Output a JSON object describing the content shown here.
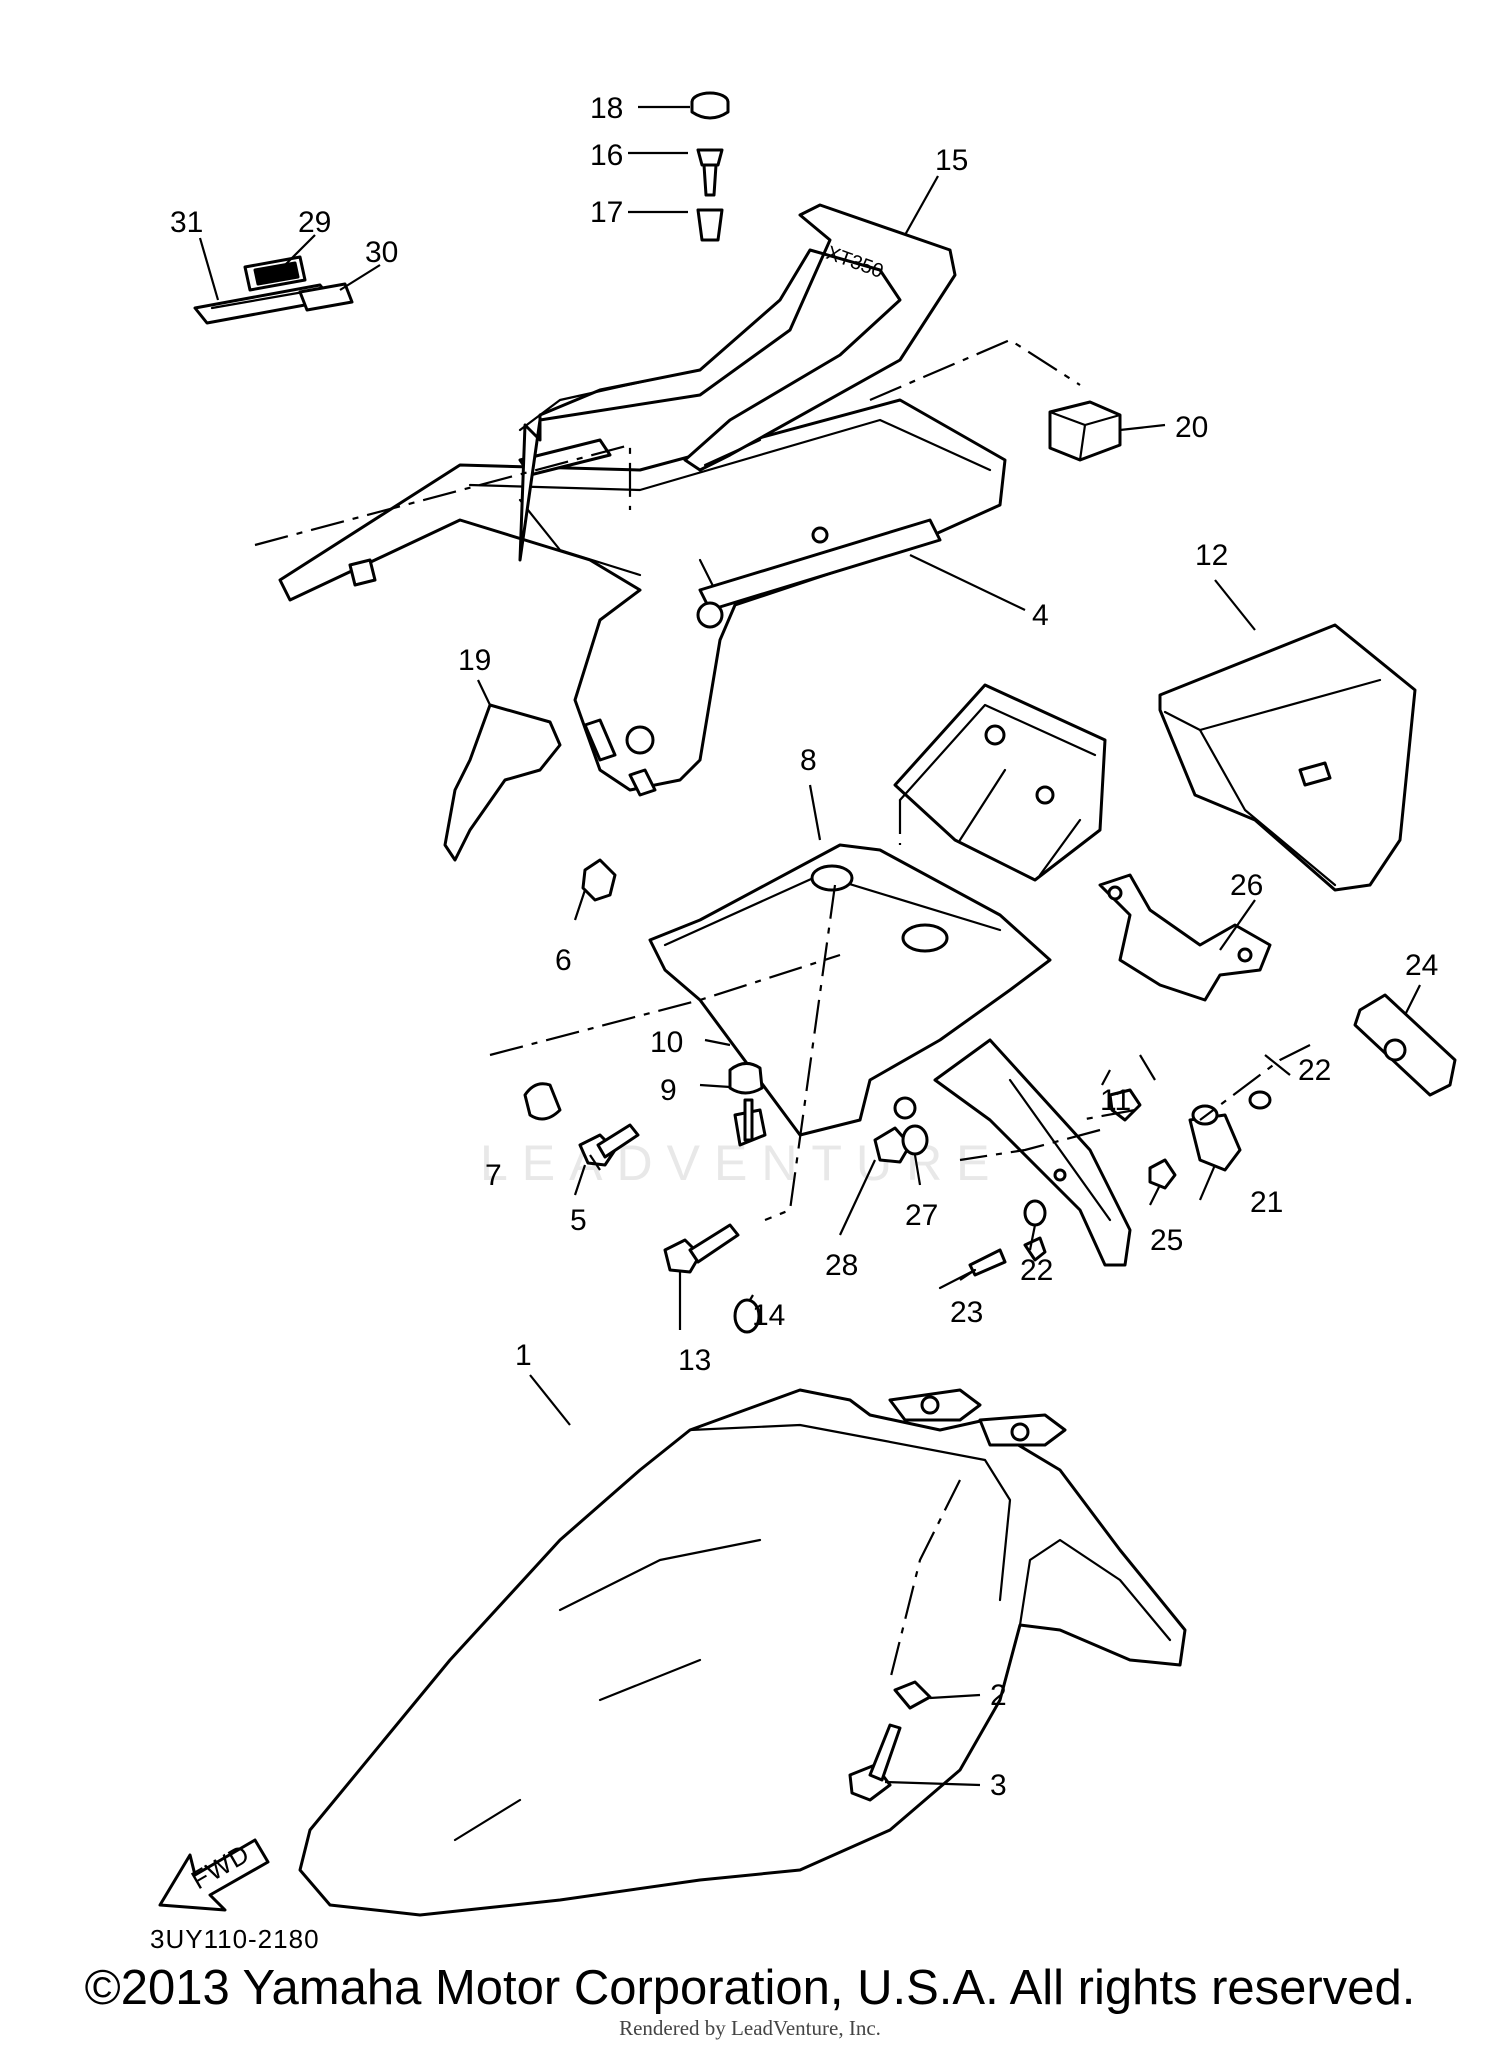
{
  "diagram": {
    "part_code": "3UY110-2180",
    "watermark": "LEADVENTURE",
    "fwd_label": "FWD",
    "callouts": [
      {
        "id": "c1",
        "text": "1"
      },
      {
        "id": "c2",
        "text": "2"
      },
      {
        "id": "c3",
        "text": "3"
      },
      {
        "id": "c4",
        "text": "4"
      },
      {
        "id": "c5",
        "text": "5"
      },
      {
        "id": "c6",
        "text": "6"
      },
      {
        "id": "c7",
        "text": "7"
      },
      {
        "id": "c8",
        "text": "8"
      },
      {
        "id": "c9",
        "text": "9"
      },
      {
        "id": "c10",
        "text": "10"
      },
      {
        "id": "c11",
        "text": "11"
      },
      {
        "id": "c12",
        "text": "12"
      },
      {
        "id": "c13",
        "text": "13"
      },
      {
        "id": "c14",
        "text": "14"
      },
      {
        "id": "c15",
        "text": "15"
      },
      {
        "id": "c16",
        "text": "16"
      },
      {
        "id": "c17",
        "text": "17"
      },
      {
        "id": "c18",
        "text": "18"
      },
      {
        "id": "c19",
        "text": "19"
      },
      {
        "id": "c20",
        "text": "20"
      },
      {
        "id": "c21",
        "text": "21"
      },
      {
        "id": "c22a",
        "text": "22"
      },
      {
        "id": "c22b",
        "text": "22"
      },
      {
        "id": "c23",
        "text": "23"
      },
      {
        "id": "c24",
        "text": "24"
      },
      {
        "id": "c25",
        "text": "25"
      },
      {
        "id": "c26",
        "text": "26"
      },
      {
        "id": "c27",
        "text": "27"
      },
      {
        "id": "c28",
        "text": "28"
      },
      {
        "id": "c29",
        "text": "29"
      },
      {
        "id": "c30",
        "text": "30"
      },
      {
        "id": "c31",
        "text": "31"
      }
    ]
  },
  "footer": {
    "copyright": "©2013 Yamaha Motor Corporation, U.S.A. All rights reserved.",
    "render_credit": "Rendered by LeadVenture, Inc."
  }
}
